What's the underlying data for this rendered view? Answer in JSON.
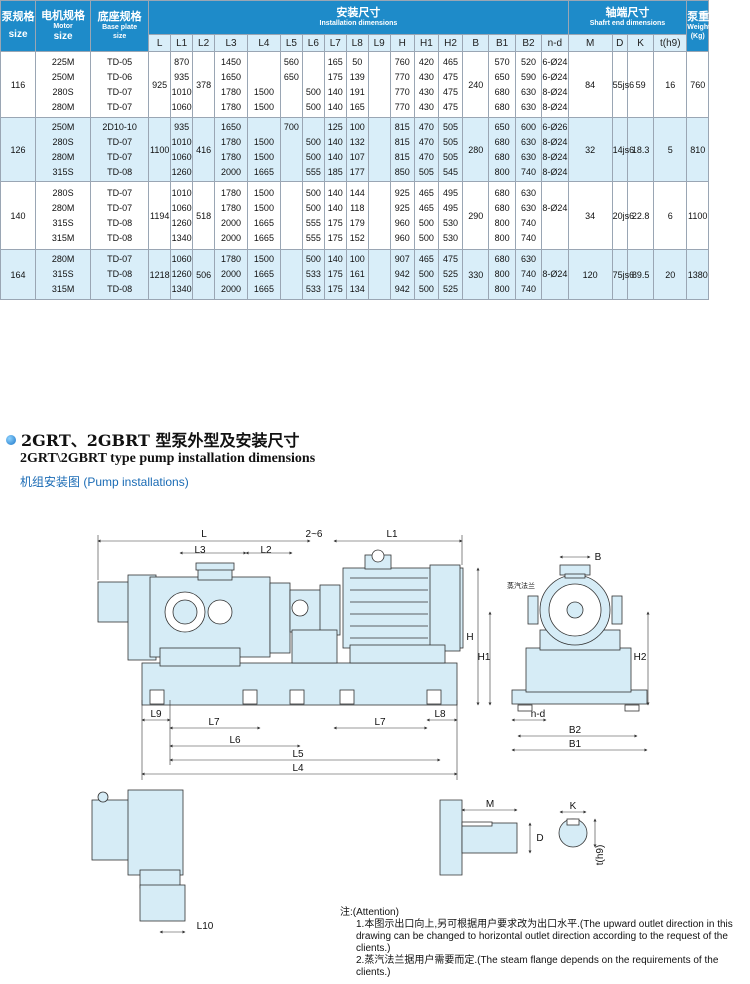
{
  "table": {
    "head": {
      "pump_cn": "泵规格",
      "pump_en": "size",
      "motor_cn": "电机规格",
      "motor_en1": "Motor",
      "motor_en2": "size",
      "base_cn": "底座规格",
      "base_en1": "Base plate",
      "base_en2": "size",
      "install_cn": "安装尺寸",
      "install_en": "Installation dimensions",
      "shaft_cn": "轴端尺寸",
      "shaft_en": "Shafrt end dimensions",
      "weight_cn": "泵重量",
      "weight_en1": "Weight",
      "weight_en2": "(Kg)"
    },
    "sub_columns": [
      "L",
      "L1",
      "L2",
      "L3",
      "L4",
      "L5",
      "L6",
      "L7",
      "L8",
      "L9",
      "H",
      "H1",
      "H2",
      "B",
      "B1",
      "B2",
      "n-d",
      "M",
      "D",
      "K",
      "t(h9)"
    ],
    "groups": [
      {
        "size": "116",
        "motor": [
          "225M",
          "250M",
          "280S",
          "280M"
        ],
        "base": [
          "TD-05",
          "TD-06",
          "TD-07",
          "TD-07"
        ],
        "L": "925",
        "L1": [
          "870",
          "935",
          "1010",
          "1060"
        ],
        "L2": "378",
        "L3": [
          "1450",
          "1650",
          "1780",
          "1780"
        ],
        "L4": [
          "",
          "",
          "1500",
          "1500"
        ],
        "L5": [
          "560",
          "650",
          "",
          ""
        ],
        "L6": [
          "",
          "",
          "500",
          "500"
        ],
        "L7": [
          "165",
          "175",
          "140",
          "140"
        ],
        "L8": [
          "50",
          "139",
          "191",
          "165"
        ],
        "H": [
          "760",
          "770",
          "770",
          "770"
        ],
        "H1": [
          "420",
          "430",
          "430",
          "430"
        ],
        "H2": [
          "465",
          "475",
          "475",
          "475"
        ],
        "B": "240",
        "B1": [
          "570",
          "650",
          "680",
          "680"
        ],
        "B2": [
          "520",
          "590",
          "630",
          "630"
        ],
        "nd": [
          "6-Ø24",
          "6-Ø24",
          "8-Ø24",
          "8-Ø24"
        ],
        "M": "84",
        "D": "55js6",
        "K": "59",
        "t": "16",
        "weight": "760"
      },
      {
        "size": "126",
        "motor": [
          "250M",
          "280S",
          "280M",
          "315S"
        ],
        "base": [
          "2D10-10",
          "TD-07",
          "TD-07",
          "TD-08"
        ],
        "L": "1100",
        "L1": [
          "935",
          "1010",
          "1060",
          "1260"
        ],
        "L2": "416",
        "L3": [
          "1650",
          "1780",
          "1780",
          "2000"
        ],
        "L4": [
          "",
          "1500",
          "1500",
          "1665"
        ],
        "L5": [
          "700",
          "",
          "",
          ""
        ],
        "L6": [
          "",
          "500",
          "500",
          "555"
        ],
        "L7": [
          "125",
          "140",
          "140",
          "185"
        ],
        "L8": [
          "100",
          "132",
          "107",
          "177"
        ],
        "H": [
          "815",
          "815",
          "815",
          "850"
        ],
        "H1": [
          "470",
          "470",
          "470",
          "505"
        ],
        "H2": [
          "505",
          "505",
          "505",
          "545"
        ],
        "B": "280",
        "B1": [
          "650",
          "680",
          "680",
          "800"
        ],
        "B2": [
          "600",
          "630",
          "630",
          "740"
        ],
        "nd": [
          "6-Ø26",
          "8-Ø24",
          "8-Ø24",
          "8-Ø24"
        ],
        "M": "32",
        "D": "14js6",
        "K": "18.3",
        "t": "5",
        "weight": "810"
      },
      {
        "size": "140",
        "motor": [
          "280S",
          "280M",
          "315S",
          "315M"
        ],
        "base": [
          "TD-07",
          "TD-07",
          "TD-08",
          "TD-08"
        ],
        "L": "1194",
        "L1": [
          "1010",
          "1060",
          "1260",
          "1340"
        ],
        "L2": "518",
        "L3": [
          "1780",
          "1780",
          "2000",
          "2000"
        ],
        "L4": [
          "1500",
          "1500",
          "1665",
          "1665"
        ],
        "L5": [
          "",
          "",
          "",
          ""
        ],
        "L6": [
          "500",
          "500",
          "555",
          "555"
        ],
        "L7": [
          "140",
          "140",
          "175",
          "175"
        ],
        "L8": [
          "144",
          "118",
          "179",
          "152"
        ],
        "H": [
          "925",
          "925",
          "960",
          "960"
        ],
        "H1": [
          "465",
          "465",
          "500",
          "500"
        ],
        "H2": [
          "495",
          "495",
          "530",
          "530"
        ],
        "B": "290",
        "B1": [
          "680",
          "680",
          "800",
          "800"
        ],
        "B2": [
          "630",
          "630",
          "740",
          "740"
        ],
        "nd": [
          "",
          "8-Ø24",
          "",
          ""
        ],
        "M": "34",
        "D": "20js6",
        "K": "22.8",
        "t": "6",
        "weight": "1100"
      },
      {
        "size": "164",
        "motor": [
          "280M",
          "315S",
          "315M"
        ],
        "base": [
          "TD-07",
          "TD-08",
          "TD-08"
        ],
        "L": "1218",
        "L1": [
          "1060",
          "1260",
          "1340"
        ],
        "L2": "506",
        "L3": [
          "1780",
          "2000",
          "2000"
        ],
        "L4": [
          "1500",
          "1665",
          "1665"
        ],
        "L5": [
          "",
          "",
          ""
        ],
        "L6": [
          "500",
          "533",
          "533"
        ],
        "L7": [
          "140",
          "175",
          "175"
        ],
        "L8": [
          "100",
          "161",
          "134"
        ],
        "H": [
          "907",
          "942",
          "942"
        ],
        "H1": [
          "465",
          "500",
          "500"
        ],
        "H2": [
          "475",
          "525",
          "525"
        ],
        "B": "330",
        "B1": [
          "680",
          "800",
          "800"
        ],
        "B2": [
          "630",
          "740",
          "740"
        ],
        "nd": [
          "",
          "8-Ø24",
          ""
        ],
        "M": "120",
        "D": "75js6",
        "K": "89.5",
        "t": "20",
        "weight": "1380"
      }
    ]
  },
  "section": {
    "title_cn": "2GRT、2GBRT 型泵外型及安装尺寸",
    "title_en": "2GRT\\2GBRT type pump installation dimensions",
    "caption": "机组安装图 (Pump installations)"
  },
  "drawing": {
    "labels": {
      "L": "L",
      "L1": "L1",
      "L2": "L2",
      "L3": "L3",
      "gap": "2~6",
      "H": "H",
      "H1": "H1",
      "H2": "H2",
      "B": "B",
      "B1": "B1",
      "B2": "B2",
      "nd": "n-d",
      "L4": "L4",
      "L5": "L5",
      "L6": "L6",
      "L7a": "L7",
      "L7b": "L7",
      "L8": "L8",
      "L9": "L9",
      "L10": "L10",
      "M": "M",
      "D": "D",
      "K": "K",
      "t": "t(h9)",
      "flange": "蒸汽法兰"
    }
  },
  "notes": {
    "heading": "注:(Attention)",
    "items": [
      "1.本图示出口向上,另可根据用户要求改为出口水平.(The upward outlet direction in this drawing can be changed to horizontal outlet direction according to the request of the clients.)",
      "2.蒸汽法兰据用户需要而定.(The steam flange depends on the requirements of the clients.)"
    ]
  },
  "colors": {
    "header_blue": "#1e8bc9",
    "row_blue": "#d9eef9",
    "machine_fill": "#d6ecf6",
    "line": "#333333"
  }
}
